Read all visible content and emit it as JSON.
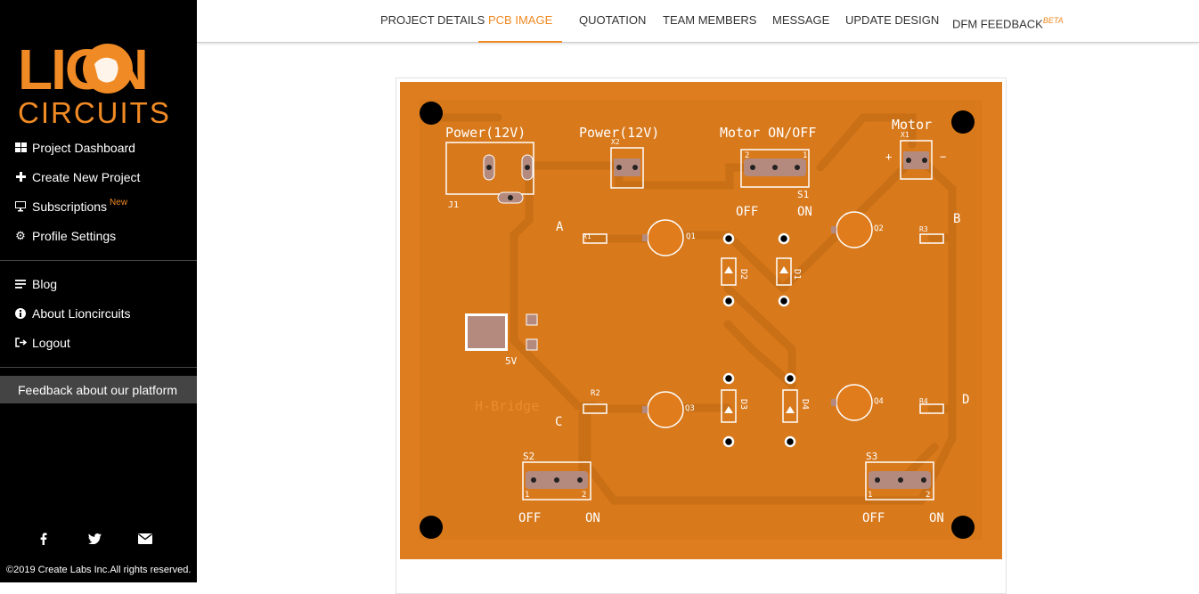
{
  "brand": {
    "line1": "LION",
    "line2": "CIRCUITS",
    "accent": "#f08a24"
  },
  "sidebar": {
    "main_items": [
      {
        "label": "Project Dashboard",
        "icon": "dashboard-icon"
      },
      {
        "label": "Create New Project",
        "icon": "plus-icon"
      },
      {
        "label": "Subscriptions",
        "badge": "New",
        "icon": "monitor-icon"
      },
      {
        "label": "Profile Settings",
        "icon": "gear-icon"
      }
    ],
    "secondary_items": [
      {
        "label": "Blog",
        "icon": "lines-icon"
      },
      {
        "label": "About Lioncircuits",
        "icon": "info-icon"
      },
      {
        "label": "Logout",
        "icon": "logout-icon"
      }
    ],
    "feedback_label": "Feedback about our platform",
    "social": [
      "facebook-icon",
      "twitter-icon",
      "email-icon"
    ],
    "copyright": "©2019 Create Labs Inc.All rights reserved."
  },
  "tabs": [
    {
      "label": "PROJECT DETAILS"
    },
    {
      "label": "PCB IMAGE",
      "active": true
    },
    {
      "label": "QUOTATION"
    },
    {
      "label": "TEAM MEMBERS"
    },
    {
      "label": "MESSAGE"
    },
    {
      "label": "UPDATE DESIGN"
    },
    {
      "label": "DFM FEEDBACK",
      "badge": "BETA"
    }
  ],
  "pcb": {
    "colors": {
      "board": "#de7c20",
      "copper": "#d37518",
      "silk": "#ffffff",
      "pad": "#b58a7e"
    },
    "labels": {
      "power1": "Power(12V)",
      "power2": "Power(12V)",
      "motor_switch": "Motor ON/OFF",
      "motor": "Motor",
      "j1": "J1",
      "x2": "X2",
      "x1": "X1",
      "s1": "S1",
      "s2": "S2",
      "s3": "S3",
      "off": "OFF",
      "on": "ON",
      "a": "A",
      "b": "B",
      "c": "C",
      "d": "D",
      "r1": "R1",
      "r2": "R2",
      "r3": "R3",
      "r4": "R4",
      "q1": "Q1",
      "q2": "Q2",
      "q3": "Q3",
      "q4": "Q4",
      "d1": "D1",
      "d2": "D2",
      "d3": "D3",
      "d4": "D4",
      "five_v": "5V",
      "hbridge": "H-Bridge",
      "plus": "+",
      "minus": "−",
      "pin1": "1",
      "pin2": "2"
    }
  }
}
